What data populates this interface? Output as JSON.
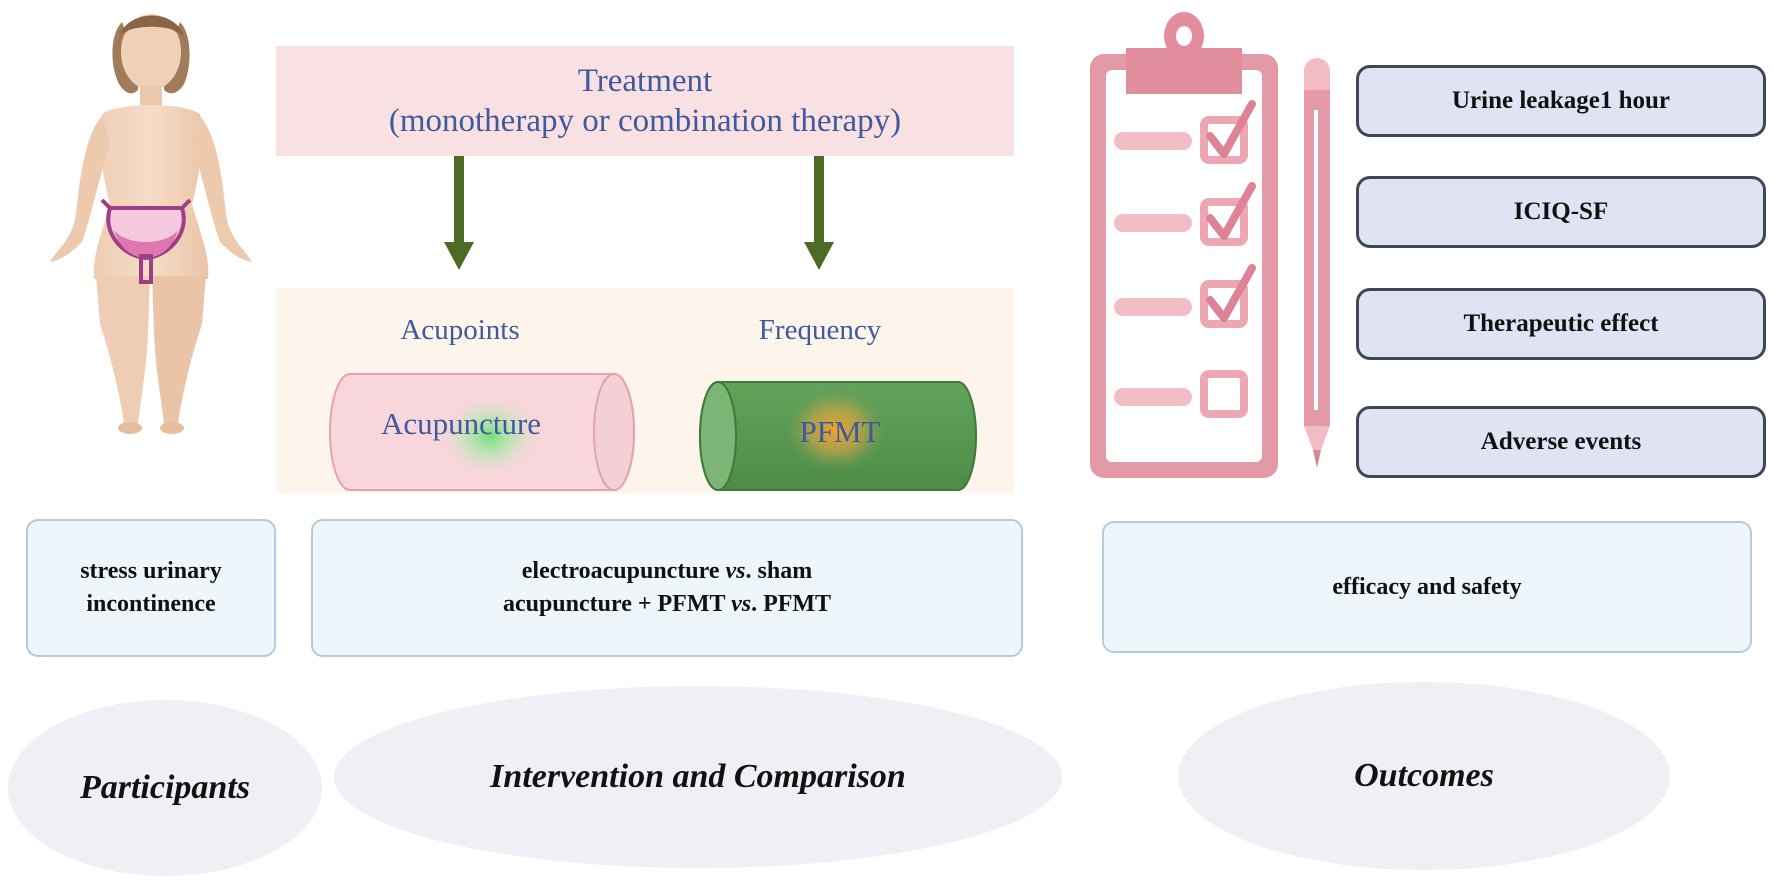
{
  "treatment": {
    "line1": "Treatment",
    "line2": "(monotherapy or combination therapy)"
  },
  "modalities": {
    "acupoints_label": "Acupoints",
    "frequency_label": "Frequency",
    "acupuncture_label": "Acupuncture",
    "pfmt_label": "PFMT"
  },
  "participants": {
    "line1": "stress urinary",
    "line2": "incontinence",
    "category": "Participants"
  },
  "intervention": {
    "line1_a": "electroacupuncture ",
    "line1_vs": "vs",
    "line1_b": ". sham",
    "line2_a": "acupuncture + PFMT ",
    "line2_vs": "vs",
    "line2_b": ". PFMT",
    "category": "Intervention and Comparison"
  },
  "outcomes": {
    "items": [
      "Urine leakage1 hour",
      "ICIQ-SF",
      "Therapeutic effect",
      "Adverse events"
    ],
    "summary": "efficacy and safety",
    "category": "Outcomes"
  },
  "colors": {
    "treatment_text": "#3f5a9c",
    "arrow": "#4d6b24",
    "clipboard": "#e29aa6",
    "outcome_fill": "#dfe3f3"
  }
}
